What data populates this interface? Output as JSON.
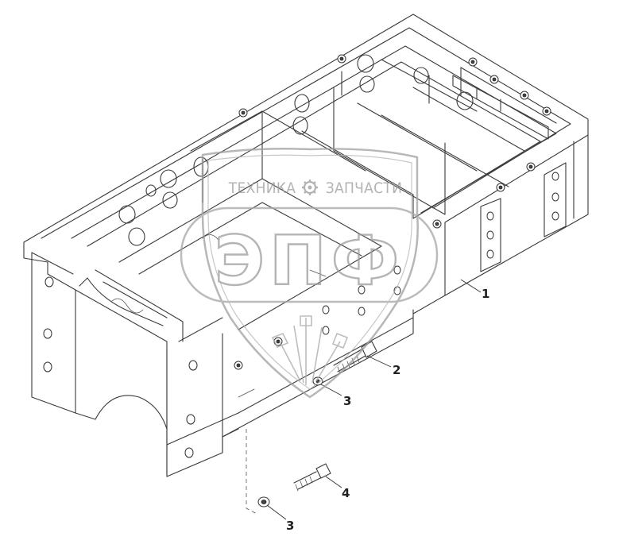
{
  "diagram": {
    "callouts": [
      {
        "id": "c1",
        "label": "1"
      },
      {
        "id": "c2",
        "label": "2"
      },
      {
        "id": "c3a",
        "label": "3"
      },
      {
        "id": "c4",
        "label": "4"
      },
      {
        "id": "c3b",
        "label": "3"
      }
    ]
  },
  "watermark": {
    "text_left": "ТЕХНИКА",
    "text_right": "ЗАПЧАСТИ",
    "logo_letters": "ЭПФ",
    "color": "#9a9a9a"
  }
}
